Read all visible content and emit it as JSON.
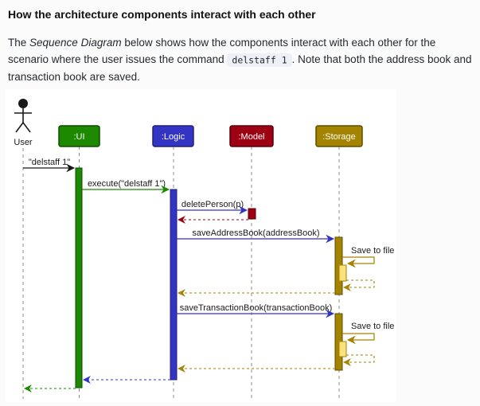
{
  "page": {
    "heading": "How the architecture components interact with each other",
    "paragraph": {
      "part1": "The ",
      "italic": "Sequence Diagram",
      "part2": " below shows how the components interact with each other for the scenario where the user issues the command ",
      "code": "delstaff 1",
      "part3": ". Note that both the address book and transaction book are saved."
    }
  },
  "diagram": {
    "actor": {
      "label": "User",
      "color": "#181818"
    },
    "participants": [
      {
        "label": ":UI",
        "color": "#1D8900"
      },
      {
        "label": ":Logic",
        "color": "#3333C4"
      },
      {
        "label": ":Model",
        "color": "#9D0012"
      },
      {
        "label": ":Storage",
        "color": "#A38300"
      }
    ],
    "messages": {
      "user_command": "\"delstaff 1\"",
      "execute": "execute(\"delstaff 1\")",
      "delete_person": "deletePerson(p)",
      "save_address_book": "saveAddressBook(addressBook)",
      "save_to_file_1": "Save to file",
      "save_transaction_book": "saveTransactionBook(transactionBook)",
      "save_to_file_2": "Save to file"
    },
    "colors": {
      "nested_activation": "#F9E17E",
      "lifeline": "#8C8C8C"
    }
  }
}
